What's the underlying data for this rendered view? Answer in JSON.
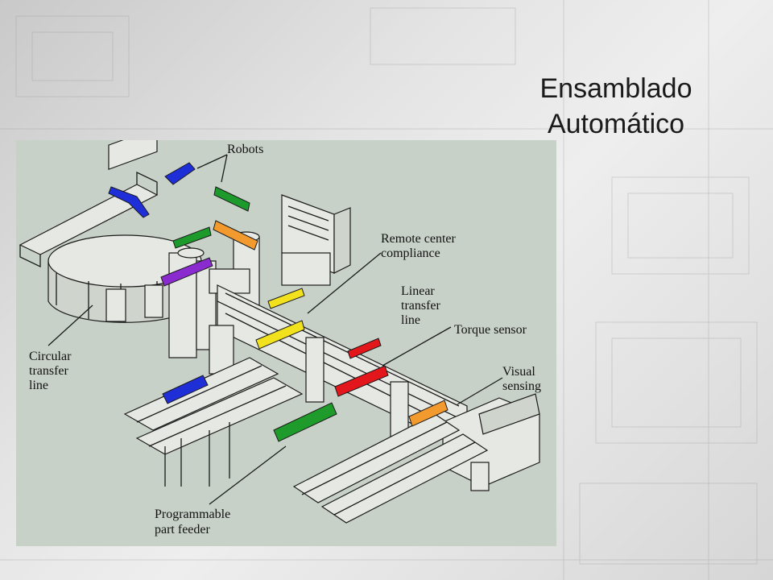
{
  "slide": {
    "title_line1": "Ensamblado",
    "title_line2": "Automático"
  },
  "figure": {
    "labels": {
      "robots": "Robots",
      "remote_center_1": "Remote center",
      "remote_center_2": "compliance",
      "linear_1": "Linear",
      "linear_2": "transfer",
      "linear_3": "line",
      "torque": "Torque sensor",
      "visual_1": "Visual",
      "visual_2": "sensing",
      "circular_1": "Circular",
      "circular_2": "transfer",
      "circular_3": "line",
      "feeder_1": "Programmable",
      "feeder_2": "part feeder"
    },
    "colors": {
      "background": "#c8d1c8",
      "robot_blue": "#1f2fd8",
      "robot_green": "#1c9a2c",
      "robot_orange": "#f39a2e",
      "robot_purple": "#8a2bd0",
      "robot_yellow": "#f2e21e",
      "robot_red": "#e3161b",
      "feeder_green": "#1e9b2a"
    }
  }
}
